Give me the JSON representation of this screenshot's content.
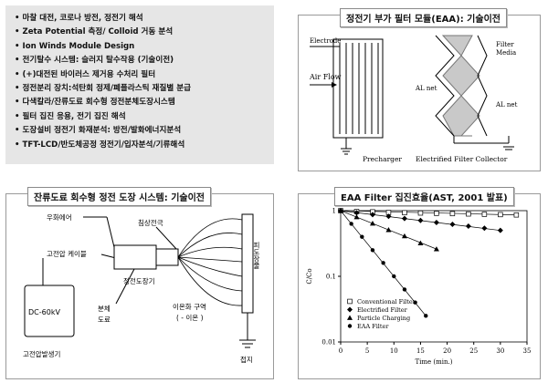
{
  "bullets": [
    "마찰 대전, 코로나 방전, 정전기 해석",
    "Zeta Potential 측정/ Colloid 거동 분석",
    "Ion Winds Module Design",
    "전기탈수 시스템: 슬러지 탈수작용 (기술이전)",
    "(+)대전된 바이러스 제거용 수처리 필터",
    "정전분리 장치:석탄회 정제/폐플라스틱 재질별 분급",
    "다색칼라/잔류도료 회수형 정전분체도장시스템",
    "필터 집진 응용, 전기 집진 해석",
    "도장설비 정전기 화재분석: 방전/발화에너지분석",
    "TFT-LCD/반도체공정 정전기/입자분석/기류해석"
  ],
  "eaa": {
    "title": "정전기 부가 필터 모듈(EAA): 기술이전",
    "electrode": "Electrode",
    "air_flow": "Air Flow",
    "filter_media_1": "Filter",
    "filter_media_2": "Media",
    "al_net_1": "AL net",
    "al_net_2": "AL net",
    "precharger": "Precharger",
    "collector": "Electrified Filter Collector"
  },
  "coating": {
    "title": "잔류도료 회수형 정전 도장 시스템: 기술이전",
    "compressed_air": "우화에어",
    "hv_cable": "고전압 케이블",
    "needle_electrode": "침상전극",
    "gun": "정전도장기",
    "powder_1": "분체",
    "powder_2": "도료",
    "ion_zone": "이온화 구역",
    "neg_ion": "( - 이온 )",
    "psu": "DC-60kV",
    "generator": "고전압발생기",
    "workpiece": "피도장물",
    "ground": "접지"
  },
  "chart_data": {
    "type": "scatter",
    "title": "EAA Filter 집진효율(AST, 2001 발표)",
    "xlabel": "Time (min.)",
    "ylabel": "C/Co",
    "xlim": [
      0,
      35
    ],
    "ylim": [
      0.01,
      1
    ],
    "yscale": "log",
    "x_ticks": [
      0,
      5,
      10,
      15,
      20,
      25,
      30,
      35
    ],
    "y_ticks": [
      "0.01",
      "0.1",
      "1"
    ],
    "legend_position": "lower-left",
    "series": [
      {
        "name": "Conventional Filter",
        "marker": "square-open",
        "x": [
          0,
          3,
          6,
          9,
          12,
          15,
          18,
          21,
          24,
          27,
          30,
          33
        ],
        "y": [
          1,
          0.97,
          0.96,
          0.94,
          0.93,
          0.92,
          0.91,
          0.9,
          0.89,
          0.88,
          0.87,
          0.86
        ]
      },
      {
        "name": "Electrified Filter",
        "marker": "diamond",
        "x": [
          0,
          3,
          6,
          9,
          12,
          15,
          18,
          21,
          24,
          27,
          30
        ],
        "y": [
          1,
          0.93,
          0.87,
          0.82,
          0.76,
          0.71,
          0.66,
          0.62,
          0.58,
          0.54,
          0.5
        ]
      },
      {
        "name": "Particle Charging",
        "marker": "triangle",
        "x": [
          0,
          3,
          6,
          9,
          12,
          15,
          18
        ],
        "y": [
          1,
          0.8,
          0.64,
          0.51,
          0.41,
          0.32,
          0.26
        ]
      },
      {
        "name": "EAA Filter",
        "marker": "circle",
        "x": [
          0,
          2,
          4,
          6,
          8,
          10,
          12,
          14,
          16
        ],
        "y": [
          1,
          0.63,
          0.4,
          0.25,
          0.16,
          0.1,
          0.063,
          0.04,
          0.025
        ]
      }
    ]
  }
}
